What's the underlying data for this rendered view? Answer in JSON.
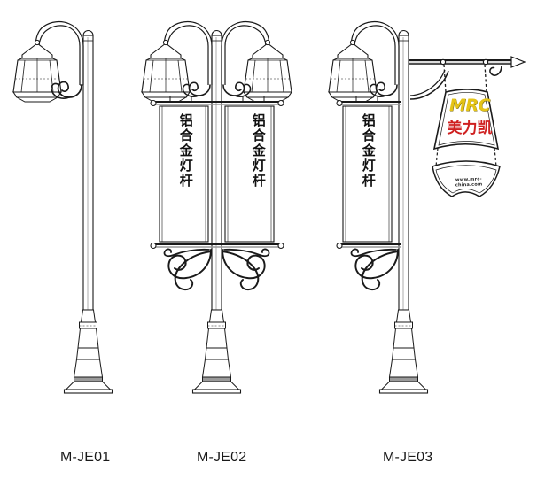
{
  "page": {
    "background_color": "#ffffff",
    "line_color": "#1a1a1a",
    "title": ""
  },
  "models": [
    {
      "id": "m-je01",
      "label": "M-JE01",
      "description": "single-arm-gooseneck-lamp-post",
      "lamp_count": 1,
      "banner": null
    },
    {
      "id": "m-je02",
      "label": "M-JE02",
      "description": "double-arm-gooseneck-lamp-post-with-twin-banners",
      "lamp_count": 2,
      "banner": {
        "text": "铝合金灯杆",
        "characters": [
          "铝",
          "合",
          "金",
          "灯",
          "杆"
        ],
        "count": 2
      }
    },
    {
      "id": "m-je03",
      "label": "M-JE03",
      "description": "single-arm-lamp-post-with-banner-and-hanging-sign",
      "lamp_count": 1,
      "banner": {
        "text": "铝合金灯杆",
        "characters": [
          "铝",
          "合",
          "金",
          "灯",
          "杆"
        ],
        "count": 1
      }
    }
  ],
  "banner_text": {
    "vertical_text": "铝合金灯杆"
  },
  "hanging_sign": {
    "brand_latin": "MRC",
    "brand_chinese": "美力凯",
    "footer_url": "www.mrc-china.com",
    "latin_color": "#e5c417",
    "chinese_color": "#cf2020"
  },
  "labels": {
    "model_1": "M-JE01",
    "model_2": "M-JE02",
    "model_3": "M-JE03"
  }
}
